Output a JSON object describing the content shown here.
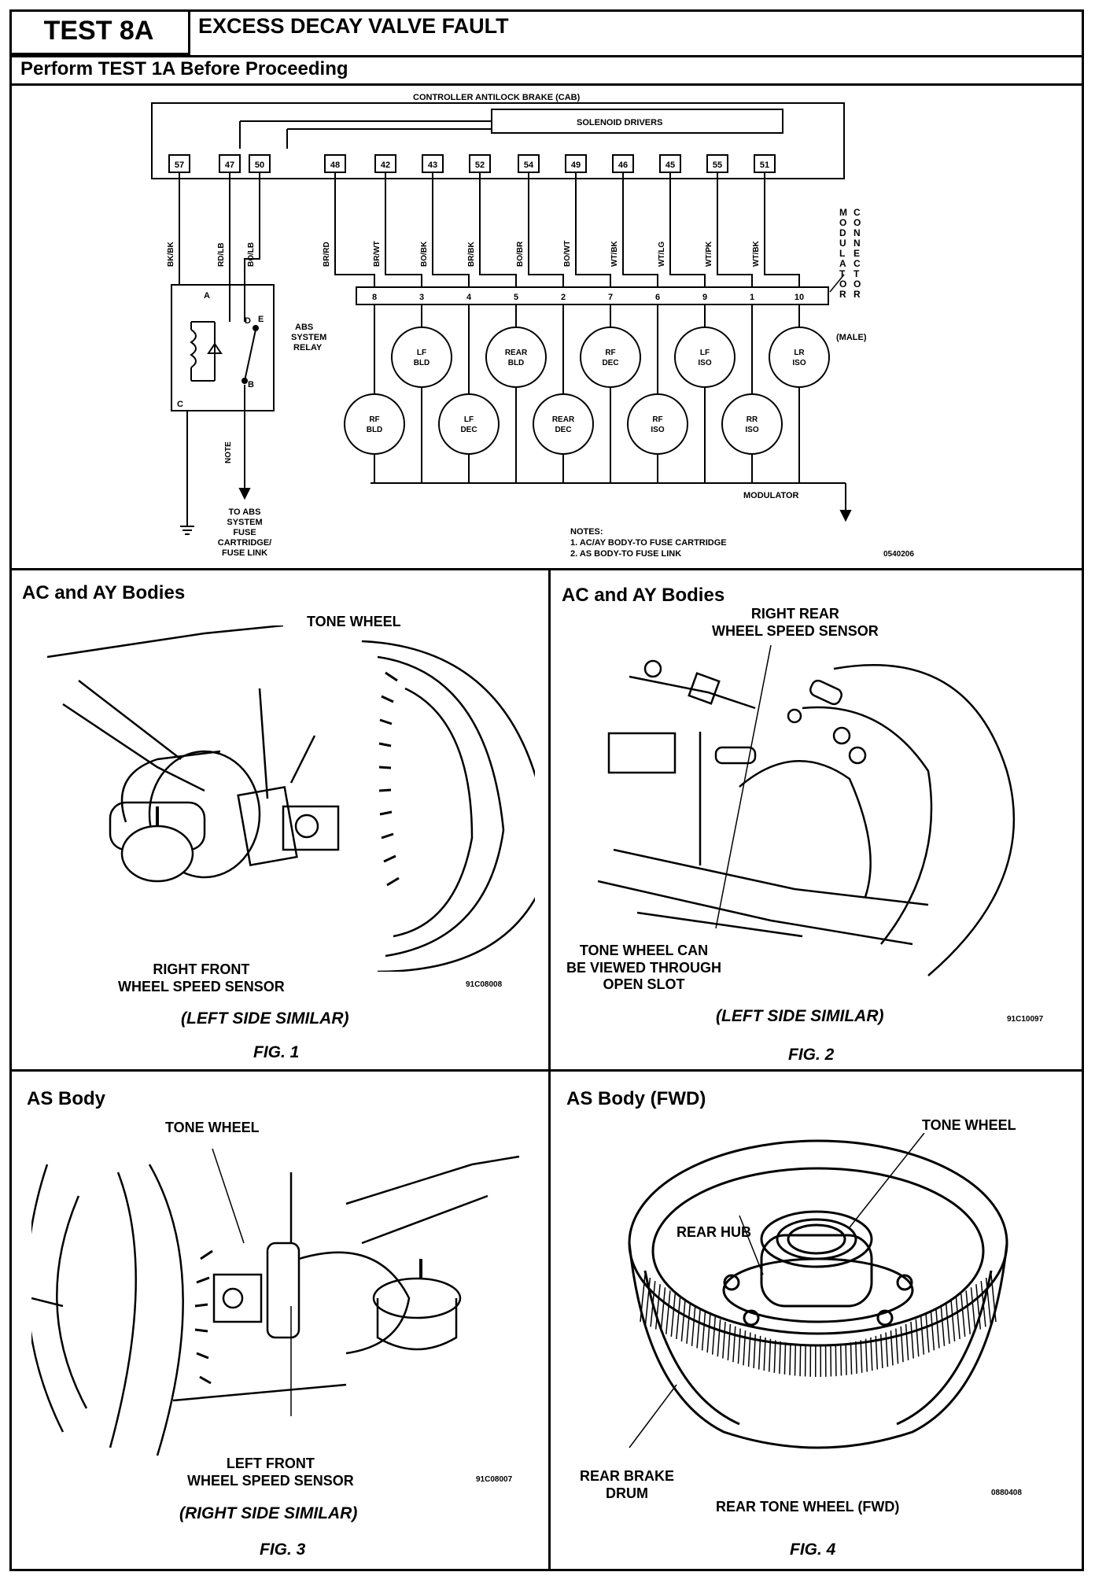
{
  "header": {
    "test_label": "TEST 8A",
    "title": "EXCESS DECAY VALVE FAULT",
    "subtitle": "Perform TEST 1A Before Proceeding"
  },
  "schematic": {
    "controller_label": "CONTROLLER ANTILOCK BRAKE (CAB)",
    "solenoid_label": "SOLENOID DRIVERS",
    "pins": [
      "57",
      "47",
      "50",
      "48",
      "42",
      "43",
      "52",
      "54",
      "49",
      "46",
      "45",
      "55",
      "51"
    ],
    "wire_colors": [
      "BK/BK",
      "RD/LB",
      "BO/LB",
      "BR/RD",
      "BR/WT",
      "BO/BK",
      "BR/BK",
      "BO/BR",
      "BO/WT",
      "WT/BK",
      "WT/LG",
      "WT/PK",
      "WT/BK"
    ],
    "connector_pins": [
      "8",
      "3",
      "4",
      "5",
      "2",
      "7",
      "6",
      "9",
      "1",
      "10"
    ],
    "connector_label": "MODULATOR CONNECTOR",
    "connector_suffix": "(MALE)",
    "relay_label": "ABS SYSTEM RELAY",
    "relay_letters": [
      "A",
      "D",
      "E",
      "B",
      "C"
    ],
    "note_label": "NOTE",
    "fuse_label": "TO ABS SYSTEM FUSE CARTRIDGE/ FUSE LINK",
    "valves_top": [
      "LF BLD",
      "REAR BLD",
      "RF DEC",
      "LF ISO",
      "LR ISO"
    ],
    "valves_bottom": [
      "RF BLD",
      "LF DEC",
      "REAR DEC",
      "RF ISO",
      "RR ISO"
    ],
    "modulator_label": "MODULATOR",
    "notes_title": "NOTES:",
    "notes": [
      "1. AC/AY BODY-TO FUSE CARTRIDGE",
      "2. AS BODY-TO FUSE LINK"
    ],
    "code": "0540206"
  },
  "fig1": {
    "title": "AC and AY Bodies",
    "label_tone": "TONE WHEEL",
    "label_sensor": "RIGHT FRONT\nWHEEL SPEED SENSOR",
    "code": "91C08008",
    "caption": "(LEFT SIDE SIMILAR)",
    "fig": "FIG. 1"
  },
  "fig2": {
    "title": "AC and AY Bodies",
    "label_sensor": "RIGHT REAR\nWHEEL SPEED SENSOR",
    "label_tone": "TONE WHEEL CAN\nBE VIEWED THROUGH\nOPEN SLOT",
    "code": "91C10097",
    "caption": "(LEFT SIDE SIMILAR)",
    "fig": "FIG. 2"
  },
  "fig3": {
    "title": "AS Body",
    "label_tone": "TONE WHEEL",
    "label_sensor": "LEFT FRONT\nWHEEL SPEED SENSOR",
    "code": "91C08007",
    "caption": "(RIGHT SIDE SIMILAR)",
    "fig": "FIG. 3"
  },
  "fig4": {
    "title": "AS Body (FWD)",
    "label_tone": "TONE WHEEL",
    "label_hub": "REAR HUB",
    "label_drum": "REAR BRAKE\nDRUM",
    "label_rear": "REAR TONE WHEEL (FWD)",
    "code": "0880408",
    "fig": "FIG. 4"
  }
}
